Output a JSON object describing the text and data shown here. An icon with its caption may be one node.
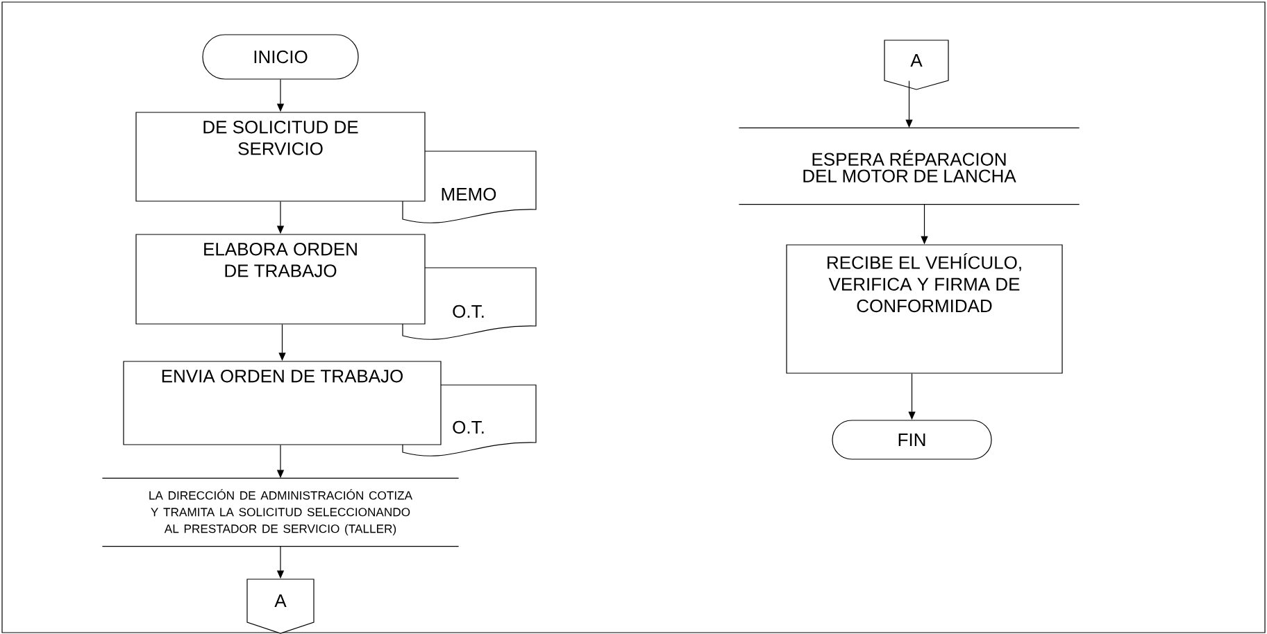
{
  "diagram": {
    "nodes": [
      {
        "text": [
          "INICIO"
        ]
      },
      {
        "text": [
          "DE SOLICITUD DE SERVICIO"
        ]
      },
      {
        "text": [
          "MEMO"
        ]
      },
      {
        "text": [
          "ELABORA ORDEN DE TRABAJO"
        ]
      },
      {
        "text": [
          "O.T."
        ]
      },
      {
        "text": [
          "ENVIA ORDEN DE TRABAJO"
        ]
      },
      {
        "text": [
          "O.T."
        ]
      },
      {
        "text": [
          "LA DIRECCIÓN DE ADMINISTRACIÓN COTIZA Y TRAMITA LA SOLICITUD SELECCIONANDO AL PRESTADOR DE SERVICIO (TALLER)"
        ]
      },
      {
        "text": [
          "A"
        ]
      },
      {
        "text": [
          "A"
        ]
      },
      {
        "text": [
          "ESPERA RÉPARACION DEL MOTOR DE LANCHA"
        ]
      },
      {
        "text": [
          "RECIBE EL VEHÍCULO, VERIFICA Y FIRMA DE CONFORMIDAD"
        ]
      },
      {
        "text": [
          "FIN"
        ]
      }
    ],
    "edges": [
      {
        "from": 0,
        "to": 1,
        "arrow": "to"
      },
      {
        "from": 1,
        "to": 3,
        "arrow": "to"
      },
      {
        "from": 3,
        "to": 5,
        "arrow": "to"
      },
      {
        "from": 5,
        "to": 7,
        "arrow": "to"
      },
      {
        "from": 7,
        "to": 8,
        "arrow": "to"
      },
      {
        "from": 9,
        "to": 10,
        "arrow": "to"
      },
      {
        "from": 10,
        "to": 11,
        "arrow": "to"
      },
      {
        "from": 11,
        "to": 12,
        "arrow": "to"
      }
    ]
  }
}
